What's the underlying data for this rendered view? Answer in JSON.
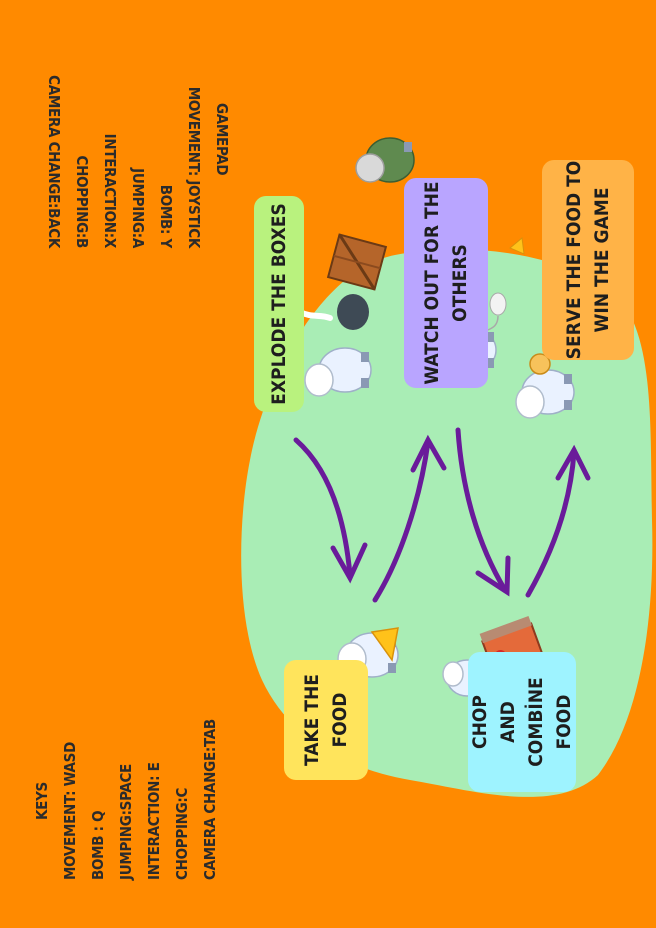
{
  "colors": {
    "background": "#FF8A00",
    "blob": "#A9EDB5",
    "arrow": "#6A1B9A",
    "card_take": "#FFE45C",
    "card_chop": "#9EF3FF",
    "card_explode": "#B9F27E",
    "card_watch": "#B9A5FF",
    "card_serve": "#FFB347"
  },
  "keys": {
    "title": "KEYS",
    "lines": [
      "MOVEMENT: WASD",
      "BOMB : Q",
      "JUMPING:SPACE",
      "INTERACTION: E",
      "CHOPPING:C",
      "CAMERA CHANGE:TAB"
    ]
  },
  "gamepad": {
    "title": "GAMEPAD",
    "lines": [
      "MOVEMENT: JOYSTICK",
      "BOMB: Y",
      "JUMPING:A",
      "INTERACTION:X",
      "CHOPPING:B",
      "CAMERA CHANGE:BACK"
    ]
  },
  "steps": {
    "take": [
      "TAKE THE",
      "FOOD"
    ],
    "chop": [
      "CHOP",
      "AND",
      "COMBİNE FOOD"
    ],
    "explode": [
      "EXPLODE THE BOXES"
    ],
    "watch": [
      "WATCH OUT FOR THE",
      "OTHERS"
    ],
    "serve": [
      "SERVE THE FOOD TO",
      "WIN THE GAME"
    ]
  },
  "icons": [
    "chef-sheep-icon",
    "cheese-icon",
    "crate-icon",
    "bomb-icon",
    "oven-icon",
    "enemy-sheep-icon",
    "mouse-icon"
  ]
}
